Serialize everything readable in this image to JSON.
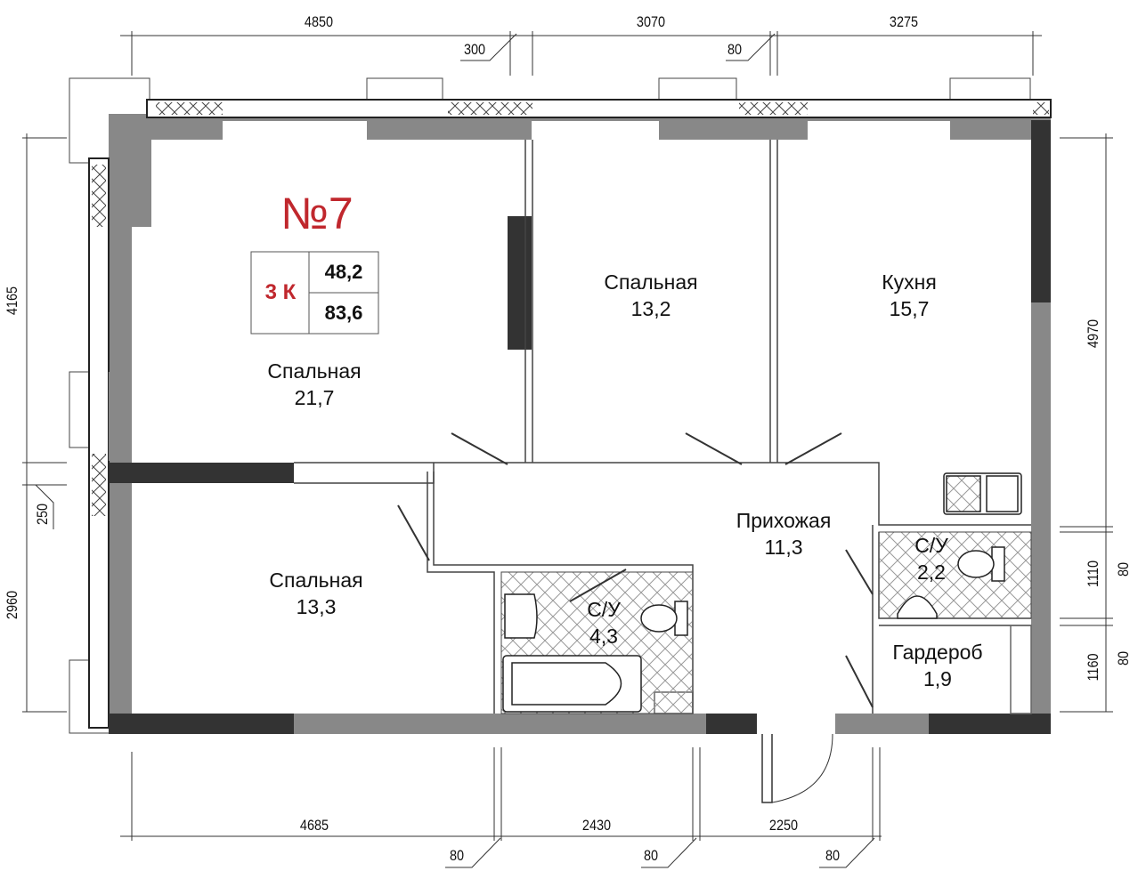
{
  "apartment": {
    "number": "№7",
    "rooms": "3 К",
    "living_area": "48,2",
    "total_area": "83,6",
    "accent_color": "#c0272d"
  },
  "rooms": [
    {
      "name": "Спальная",
      "area": "21,7"
    },
    {
      "name": "Спальная",
      "area": "13,2"
    },
    {
      "name": "Кухня",
      "area": "15,7"
    },
    {
      "name": "Спальная",
      "area": "13,3"
    },
    {
      "name": "Прихожая",
      "area": "11,3"
    },
    {
      "name": "С/У",
      "area": "4,3"
    },
    {
      "name": "С/У",
      "area": "2,2"
    },
    {
      "name": "Гардероб",
      "area": "1,9"
    }
  ],
  "dimensions": {
    "top": [
      "4850",
      "300",
      "3070",
      "80",
      "3275"
    ],
    "left": [
      "4165",
      "250",
      "2960"
    ],
    "right": [
      "4970",
      "1110",
      "80",
      "1160",
      "80"
    ],
    "bottom": [
      "4685",
      "2430",
      "2250",
      "80",
      "80",
      "80"
    ]
  }
}
